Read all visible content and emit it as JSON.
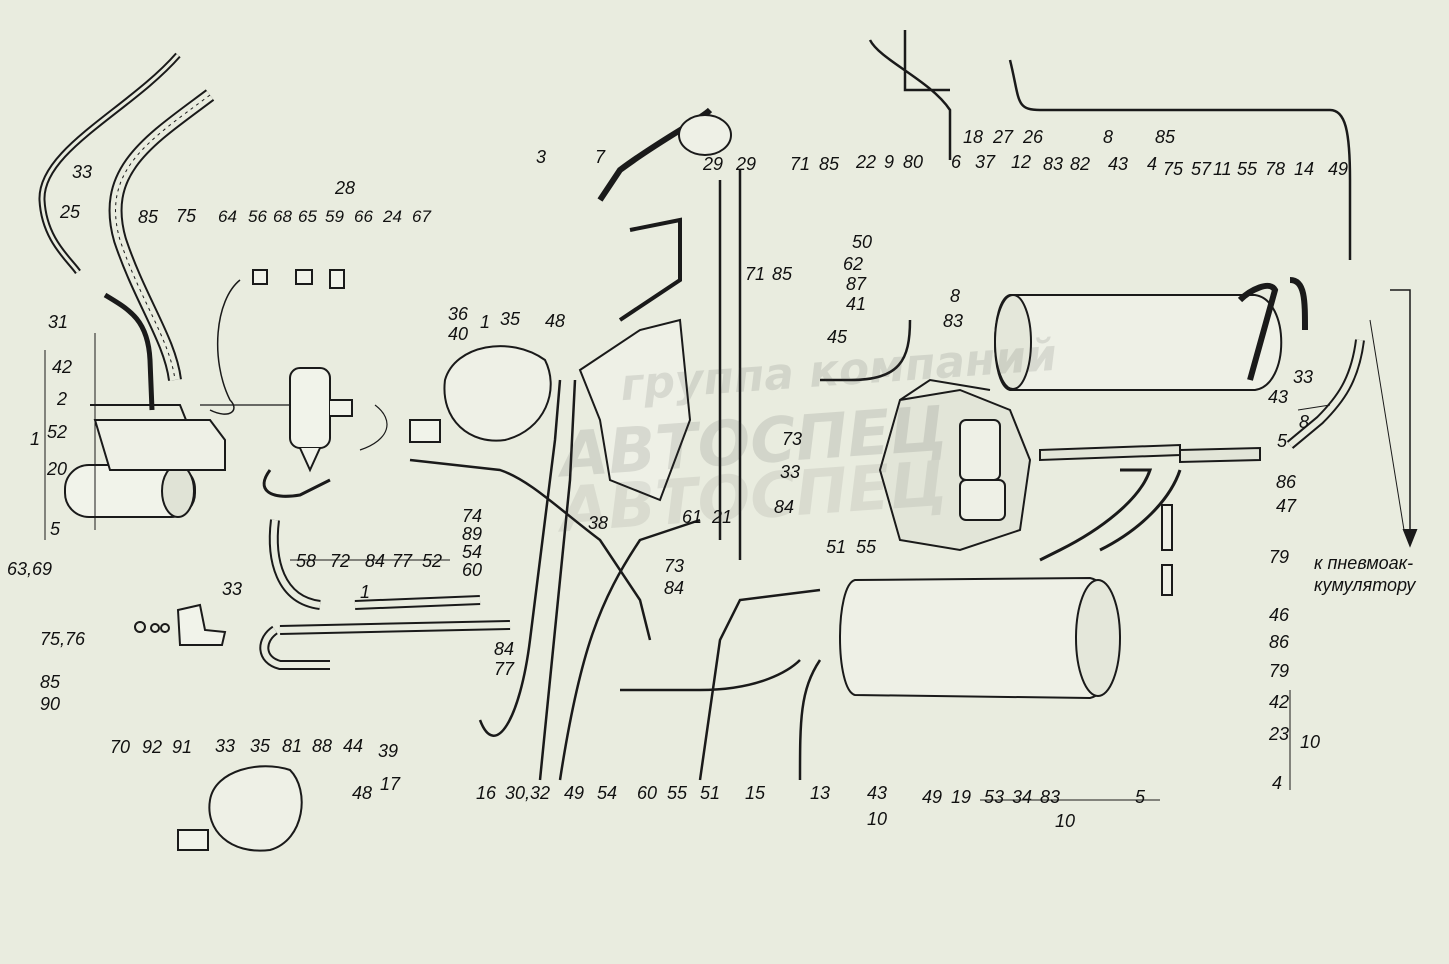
{
  "watermark": {
    "line1": "группа компаний",
    "line2": "АВТОСПЕЦ",
    "line3": "АВТОСПЕЦ"
  },
  "note": {
    "line1": "к пневмоак-",
    "line2": "кумулятору"
  },
  "labels": {
    "l33a": "33",
    "l25": "25",
    "l85a": "85",
    "l75a": "75",
    "l28": "28",
    "l64": "64",
    "l56": "56",
    "l68": "68",
    "l65": "65",
    "l59": "59",
    "l66": "66",
    "l24": "24",
    "l67": "67",
    "l31": "31",
    "l42a": "42",
    "l2": "2",
    "l1a": "1",
    "l52a": "52",
    "l20": "20",
    "l5a": "5",
    "l36": "36",
    "l40": "40",
    "l1b": "1",
    "l35a": "35",
    "l48a": "48",
    "l3": "3",
    "l7": "7",
    "l29a": "29",
    "l29b": "29",
    "l71a": "71",
    "l85b": "85",
    "l22": "22",
    "l9": "9",
    "l80": "80",
    "l6": "6",
    "l37": "37",
    "l12": "12",
    "l18": "18",
    "l27": "27",
    "l26": "26",
    "l8a": "8",
    "l83a": "83",
    "l82": "82",
    "l43a": "43",
    "l4a": "4",
    "l85c": "85",
    "l75b": "75",
    "l57": "57",
    "l11": "11",
    "l55a": "55",
    "l78": "78",
    "l14": "14",
    "l49a": "49",
    "l50": "50",
    "l62": "62",
    "l71b": "71",
    "l85d": "85",
    "l87": "87",
    "l41": "41",
    "l45": "45",
    "l8b": "8",
    "l83b": "83",
    "l43b": "43",
    "l8c": "8",
    "l5b": "5",
    "l33b": "33",
    "l86a": "86",
    "l47": "47",
    "l79a": "79",
    "l73a": "73",
    "l33c": "33",
    "l84a": "84",
    "l51a": "51",
    "l55b": "55",
    "l61": "61",
    "l21": "21",
    "l38": "38",
    "l74": "74",
    "l89": "89",
    "l54a": "54",
    "l60a": "60",
    "l58": "58",
    "l72": "72",
    "l84b": "84",
    "l77a": "77",
    "l52b": "52",
    "l1c": "1",
    "l33d": "33",
    "l63": "63,69",
    "l75c": "75,76",
    "l85e": "85",
    "l90": "90",
    "l73b": "73",
    "l84c": "84",
    "l84d": "84",
    "l77b": "77",
    "l46": "46",
    "l86b": "86",
    "l79b": "79",
    "l42b": "42",
    "l23": "23",
    "l10a": "10",
    "l4b": "4",
    "l5c": "5",
    "l33e": "33",
    "l35b": "35",
    "l81": "81",
    "l88": "88",
    "l44": "44",
    "l39": "39",
    "l70": "70",
    "l92": "92",
    "l91": "91",
    "l17": "17",
    "l48b": "48",
    "l16": "16",
    "l30": "30,32",
    "l49b": "49",
    "l54b": "54",
    "l60b": "60",
    "l55c": "55",
    "l51b": "51",
    "l15": "15",
    "l13": "13",
    "l43c": "43",
    "l10b": "10",
    "l49c": "49",
    "l19": "19",
    "l53": "53",
    "l34": "34",
    "l83c": "83",
    "l10c": "10"
  }
}
